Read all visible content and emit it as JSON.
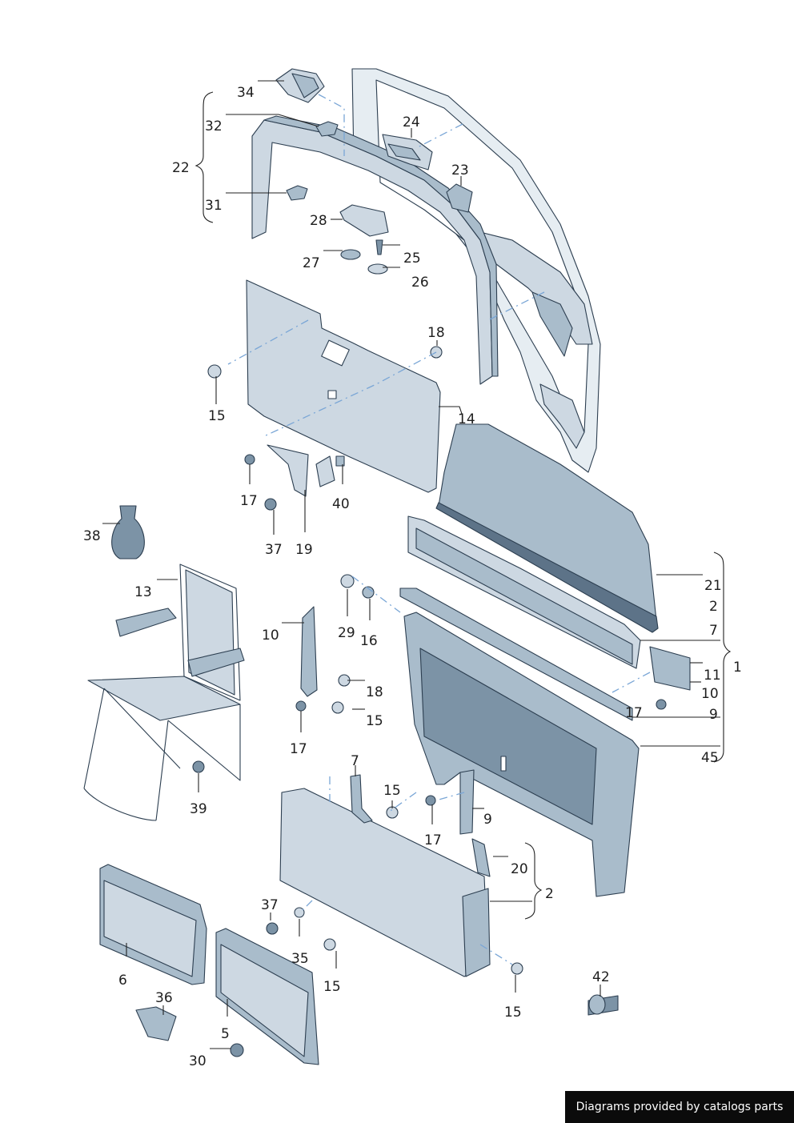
{
  "callouts": {
    "c34": "34",
    "c32": "32",
    "c22": "22",
    "c31": "31",
    "c24": "24",
    "c23": "23",
    "c28": "28",
    "c25": "25",
    "c27": "27",
    "c26": "26",
    "c18a": "18",
    "c15a": "15",
    "c14": "14",
    "c17a": "17",
    "c40": "40",
    "c37a": "37",
    "c19": "19",
    "c38": "38",
    "c21": "21",
    "c2a": "2",
    "c7a": "7",
    "c1": "1",
    "c13": "13",
    "c10a": "10",
    "c29": "29",
    "c16": "16",
    "c11": "11",
    "c10b": "10",
    "c18b": "18",
    "c15b": "15",
    "c17b": "17",
    "c9a": "9",
    "c17c": "17",
    "c45": "45",
    "c39": "39",
    "c7b": "7",
    "c15c": "15",
    "c9b": "9",
    "c17d": "17",
    "c20": "20",
    "c2b": "2",
    "c37b": "37",
    "c35": "35",
    "c6": "6",
    "c36": "36",
    "c15d": "15",
    "c42": "42",
    "c15e": "15",
    "c5": "5",
    "c30": "30"
  },
  "footer": {
    "credit": "Diagrams provided by catalogs parts"
  }
}
